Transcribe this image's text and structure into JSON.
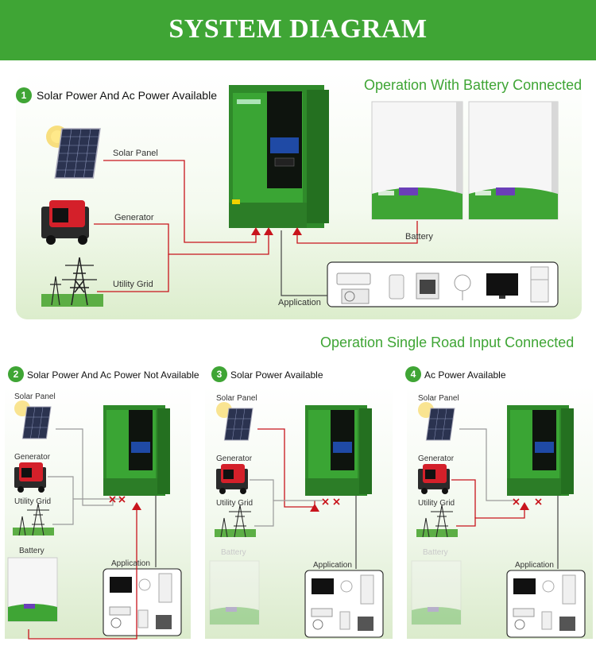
{
  "banner": {
    "title": "SYSTEM DIAGRAM"
  },
  "colors": {
    "brand_green": "#3fa535",
    "wire_red": "#c8141c",
    "wire_gray": "#9a9a9a"
  },
  "top": {
    "badge": "1",
    "title": "Solar Power And Ac Power Available",
    "battery_heading": "Operation With Battery Connected",
    "labels": {
      "solar": "Solar Panel",
      "generator": "Generator",
      "grid": "Utility Grid",
      "battery": "Battery",
      "application": "Application"
    }
  },
  "single_heading": "Operation Single Road Input Connected",
  "panels": [
    {
      "badge": "2",
      "title": "Solar Power And Ac Power Not Available",
      "labels": {
        "solar": "Solar Panel",
        "generator": "Generator",
        "grid": "Utility Grid",
        "battery": "Battery",
        "application": "Application"
      }
    },
    {
      "badge": "3",
      "title": "Solar Power Available",
      "labels": {
        "solar": "Solar Panel",
        "generator": "Generator",
        "grid": "Utility Grid",
        "battery": "Battery",
        "application": "Application"
      }
    },
    {
      "badge": "4",
      "title": "Ac Power Available",
      "labels": {
        "solar": "Solar Panel",
        "generator": "Generator",
        "grid": "Utility Grid",
        "battery": "Battery",
        "application": "Application"
      }
    }
  ]
}
